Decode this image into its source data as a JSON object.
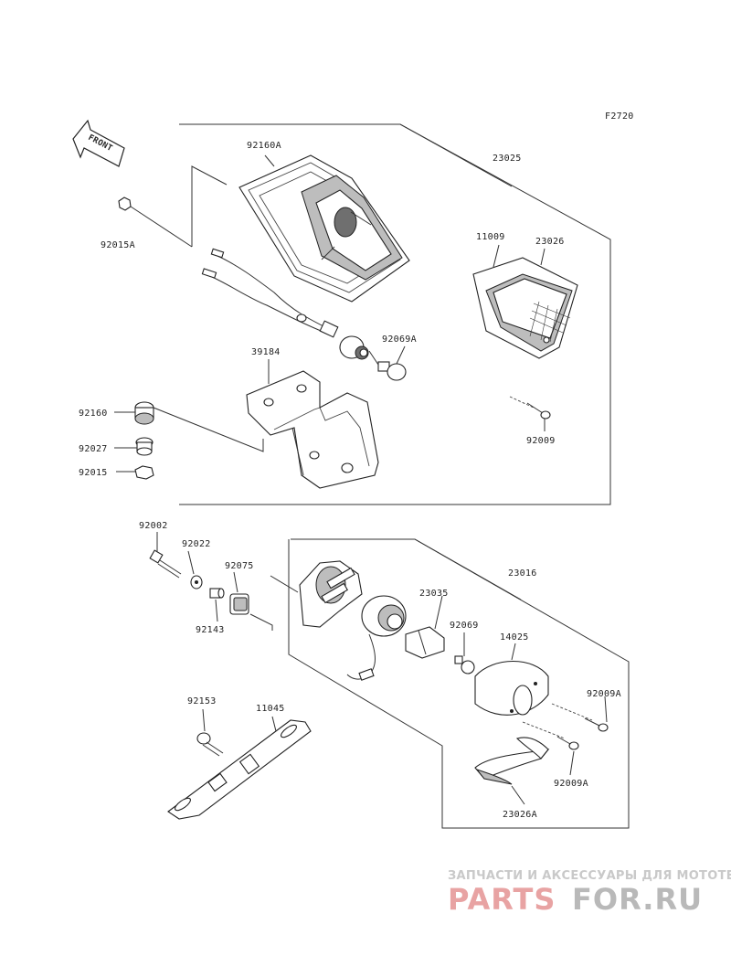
{
  "figure_code": "F2720",
  "front_arrow_label": "FRONT",
  "parts": {
    "p92160A": "92160A",
    "p23025": "23025",
    "p92015A": "92015A",
    "p11009": "11009",
    "p23026": "23026",
    "p92069A": "92069A",
    "p39184": "39184",
    "p92160": "92160",
    "p92027": "92027",
    "p92015": "92015",
    "p92009": "92009",
    "p92002": "92002",
    "p92022": "92022",
    "p92075": "92075",
    "p92143": "92143",
    "p23016": "23016",
    "p23035": "23035",
    "p92069": "92069",
    "p14025": "14025",
    "p92009A_1": "92009A",
    "p92009A_2": "92009A",
    "p92153": "92153",
    "p11045": "11045",
    "p23026A": "23026A"
  },
  "watermark": {
    "tagline": "ЗАПЧАСТИ И АКСЕССУАРЫ ДЛЯ МОТОТЕХНИКИ",
    "brand_left": "PARTS",
    "brand_right": "FOR.RU",
    "brand_left_color": "#e8a3a3",
    "brand_right_color": "#b9b9b9"
  }
}
